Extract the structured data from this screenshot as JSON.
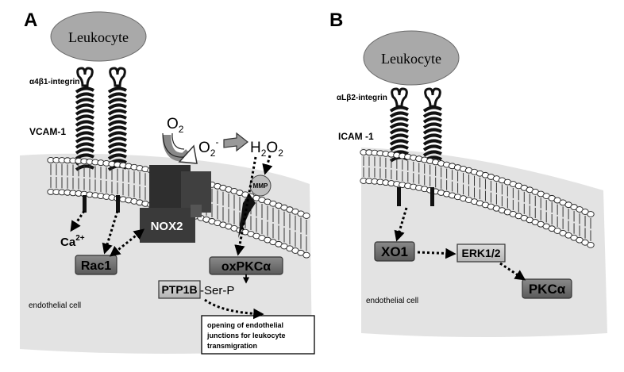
{
  "panel_a": {
    "letter": "A",
    "leukocyte": "Leukocyte",
    "integrin": "α4β1-integrin",
    "receptor": "VCAM-1",
    "o2": "O",
    "o2_sub": "2",
    "superoxide": "O",
    "superoxide_sub": "2",
    "superoxide_sup": "-",
    "h2o2_a": "H",
    "h2o2_sub1": "2",
    "h2o2_b": "O",
    "h2o2_sub2": "2",
    "mmp": "MMP",
    "nox2": "NOX2",
    "ca": "Ca",
    "ca_sup": "2+",
    "rac1": "Rac1",
    "oxpkc": "oxPKCα",
    "ptp1b": "PTP1B",
    "ser_p": "-Ser-P",
    "cell_label": "endothelial cell",
    "outcome_lines": [
      "opening of endothelial",
      "junctions for leukocyte",
      "transmigration"
    ]
  },
  "panel_b": {
    "letter": "B",
    "leukocyte": "Leukocyte",
    "integrin": "αLβ2-integrin",
    "receptor": "ICAM  -1",
    "xo1": "XO1",
    "erk": "ERK1/2",
    "pkc": "PKCα",
    "cell_label": "endothelial cell"
  },
  "colors": {
    "cell": "#e3e3e3",
    "leukocyte": "#a9a9a9",
    "nox2": "#3d3d3d",
    "dark_box": "#6e6e6e",
    "light_box": "#c8c8c8"
  }
}
